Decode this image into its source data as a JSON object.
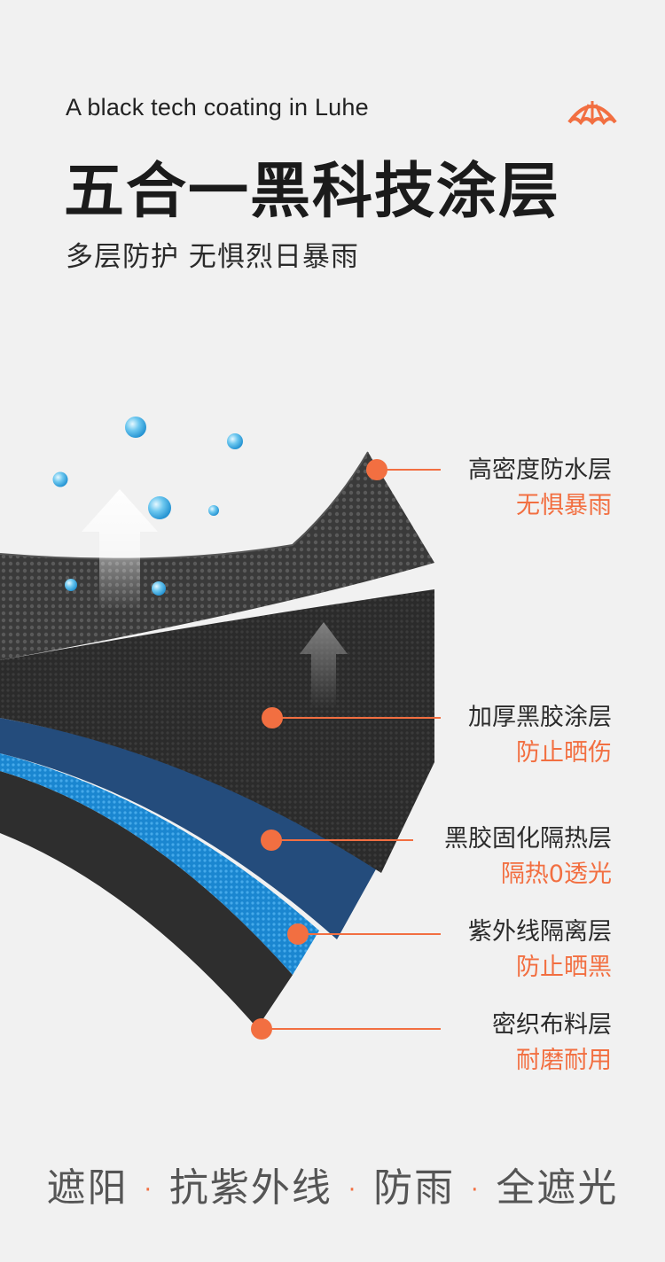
{
  "header": {
    "subtitle_en": "A black tech coating in Luhe",
    "title": "五合一黑科技涂层",
    "tagline": "多层防护 无惧烈日暴雨",
    "logo_icon": "umbrella-icon"
  },
  "layers": [
    {
      "name": "高密度防水层",
      "benefit": "无惧暴雨"
    },
    {
      "name": "加厚黑胶涂层",
      "benefit": "防止晒伤"
    },
    {
      "name": "黑胶固化隔热层",
      "benefit": "隔热0透光"
    },
    {
      "name": "紫外线隔离层",
      "benefit": "防止晒黑"
    },
    {
      "name": "密织布料层",
      "benefit": "耐磨耐用"
    }
  ],
  "features": [
    "遮阳",
    "抗紫外线",
    "防雨",
    "全遮光"
  ],
  "separator": "·",
  "colors": {
    "accent": "#f26f41",
    "background": "#f1f1f1",
    "blue_layer": "#1f8fd6",
    "navy_layer": "#244c7c",
    "dark_layer": "#2a2a2a"
  }
}
